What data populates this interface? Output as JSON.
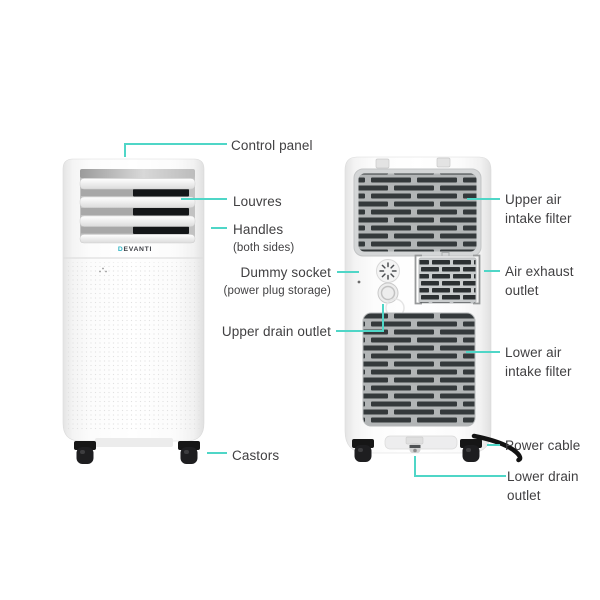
{
  "brand": {
    "logo_first": "D",
    "logo_rest": "EVANTI"
  },
  "colors": {
    "accent": "#4fd6c7",
    "label_text": "#414042",
    "grille_dark": "#34393b",
    "logo_accent": "#2fb4c4"
  },
  "callouts": {
    "control_panel": "Control panel",
    "louvres": "Louvres",
    "handles": "Handles",
    "handles_note": "(both sides)",
    "dummy_socket": "Dummy socket",
    "dummy_socket_note": "(power plug storage)",
    "upper_drain_outlet": "Upper drain outlet",
    "castors": "Castors",
    "upper_air_intake_filter": "Upper air intake filter",
    "air_exhaust_outlet": "Air exhaust outlet",
    "lower_air_intake_filter": "Lower air intake filter",
    "power_cable": "Power cable",
    "lower_drain_outlet": "Lower drain outlet"
  }
}
